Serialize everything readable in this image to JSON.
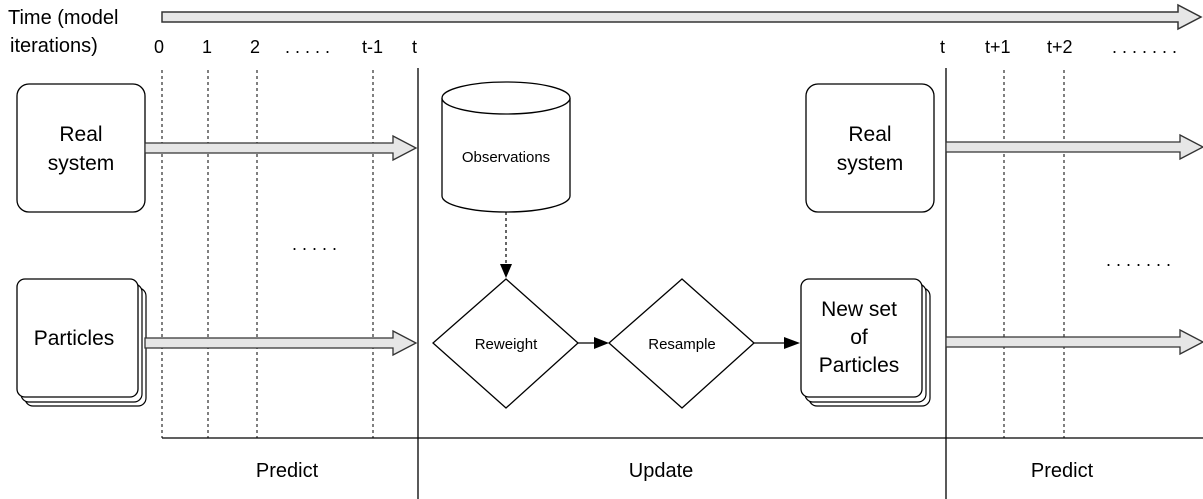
{
  "time_axis": {
    "label_line1": "Time (model",
    "label_line2": "iterations)",
    "ticks_left": [
      "0",
      "1",
      "2",
      ". . . . .",
      "t-1",
      "t"
    ],
    "ticks_right": [
      "t",
      "t+1",
      "t+2",
      ". . . . . . ."
    ]
  },
  "left": {
    "real_system_line1": "Real",
    "real_system_line2": "system",
    "particles": "Particles",
    "ellipsis": ". . . . ."
  },
  "middle": {
    "observations": "Observations",
    "reweight": "Reweight",
    "resample": "Resample",
    "new_set_line1": "New set",
    "new_set_line2": "of",
    "new_set_line3": "Particles",
    "real_system_line1": "Real",
    "real_system_line2": "system"
  },
  "right": {
    "ellipsis": ". . . . . . ."
  },
  "phases": {
    "predict_left": "Predict",
    "update": "Update",
    "predict_right": "Predict"
  }
}
